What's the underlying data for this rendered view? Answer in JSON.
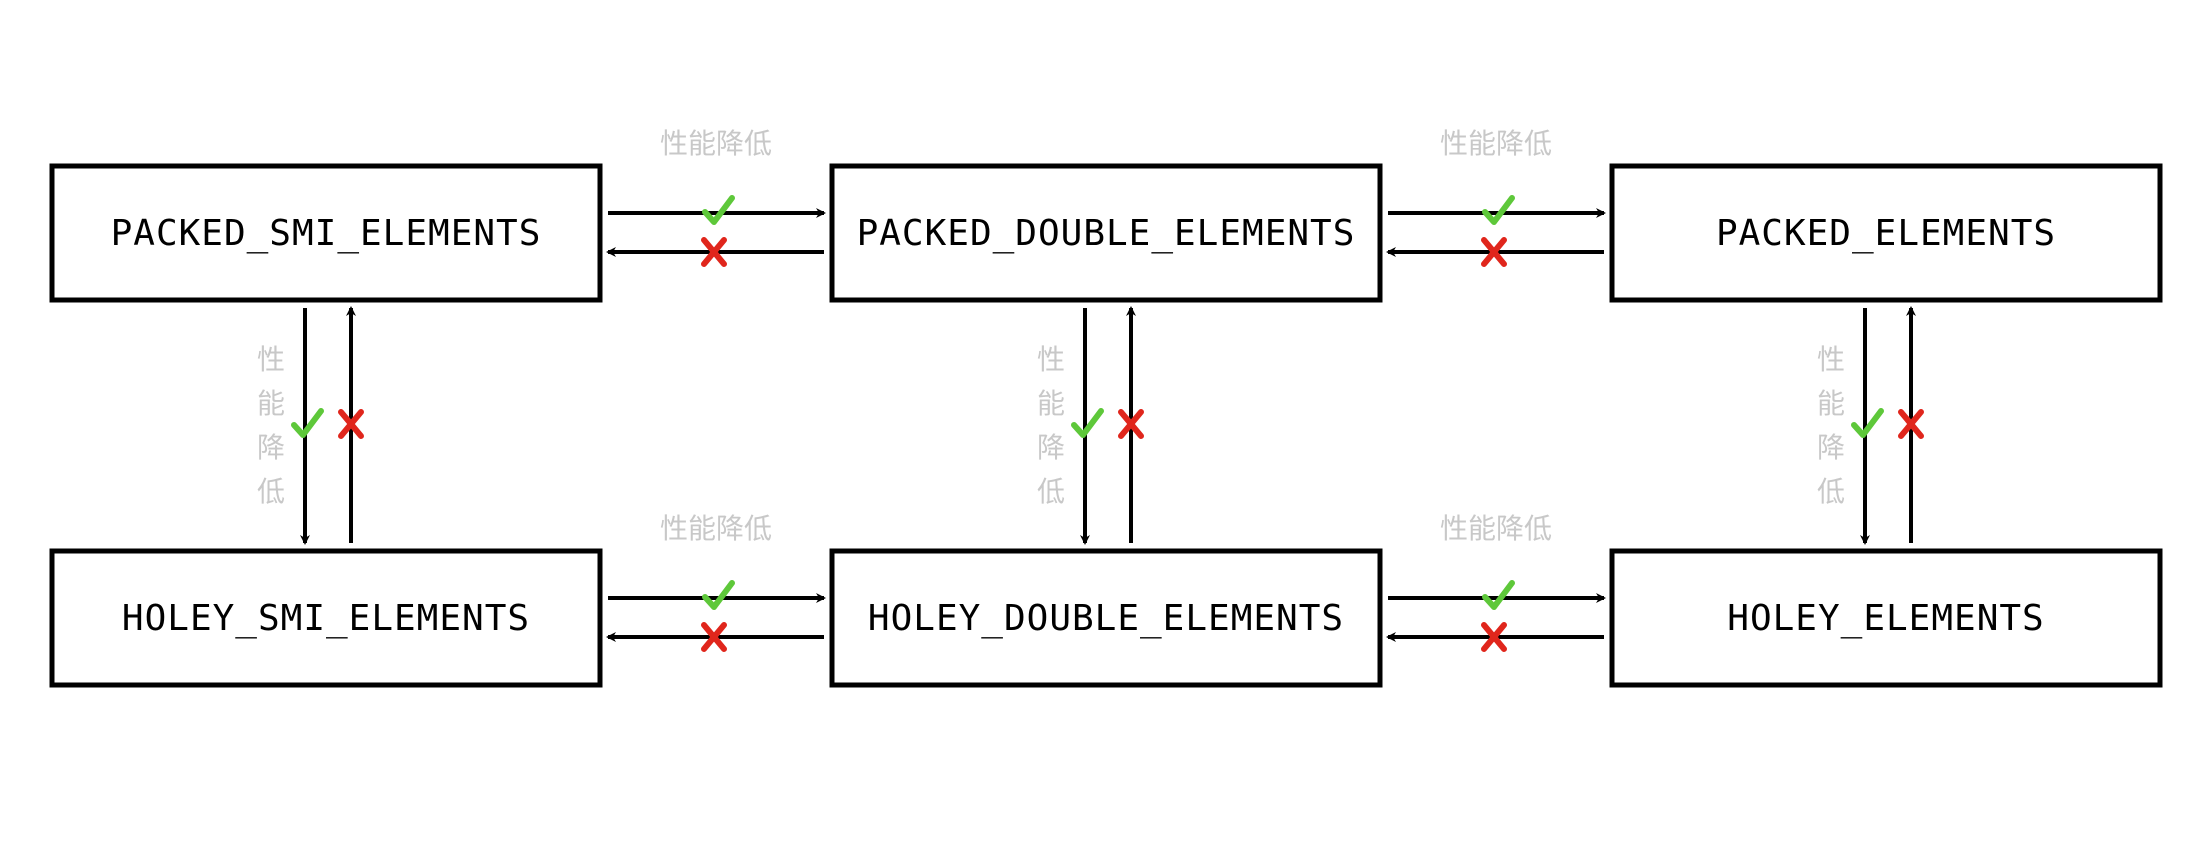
{
  "nodes": [
    {
      "id": "packed_smi",
      "label": "PACKED_SMI_ELEMENTS"
    },
    {
      "id": "packed_double",
      "label": "PACKED_DOUBLE_ELEMENTS"
    },
    {
      "id": "packed",
      "label": "PACKED_ELEMENTS"
    },
    {
      "id": "holey_smi",
      "label": "HOLEY_SMI_ELEMENTS"
    },
    {
      "id": "holey_double",
      "label": "HOLEY_DOUBLE_ELEMENTS"
    },
    {
      "id": "holey",
      "label": "HOLEY_ELEMENTS"
    }
  ],
  "transition_label": "性能降低",
  "colors": {
    "allowed": "#5ec83a",
    "forbidden": "#e0261c",
    "label": "#c8c8c8"
  },
  "icons": {
    "allowed": "check-icon",
    "forbidden": "cross-icon"
  }
}
